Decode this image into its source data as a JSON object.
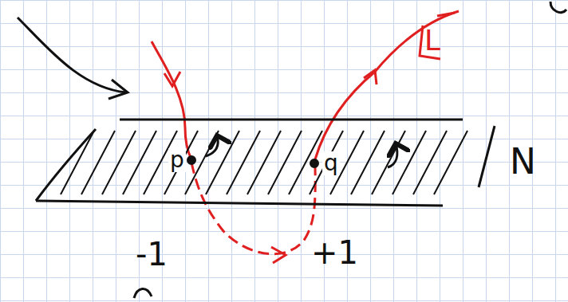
{
  "diagram": {
    "nodes": [
      {
        "text": [
          "N"
        ]
      }
    ],
    "labels": [
      "p",
      "q",
      "-1",
      "+1",
      "L"
    ]
  }
}
